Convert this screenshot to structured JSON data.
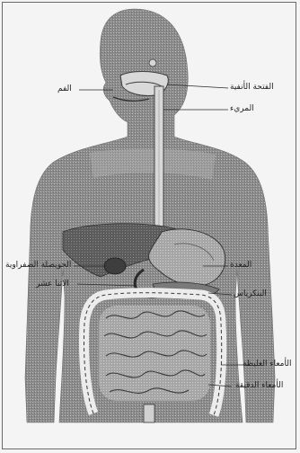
{
  "labels": {
    "mouth": "الفم",
    "oral_cavity": "الفتحة الأنفية",
    "esophagus": "المريء",
    "gallbladder": "الحويصلة الصفراوية",
    "stomach": "المعدة",
    "duodenum": "الاثنا عشر",
    "pancreas": "البنكرياس",
    "large_intestine": "الأمعاء الغليظة",
    "small_intestine": "الأمعاء الدقيقة"
  },
  "colors": {
    "background": "#f4f4f4",
    "body_shading": "#8f8f8f",
    "organ_shading": "#5a5a5a",
    "leader_lines": "#2a2a2a"
  }
}
